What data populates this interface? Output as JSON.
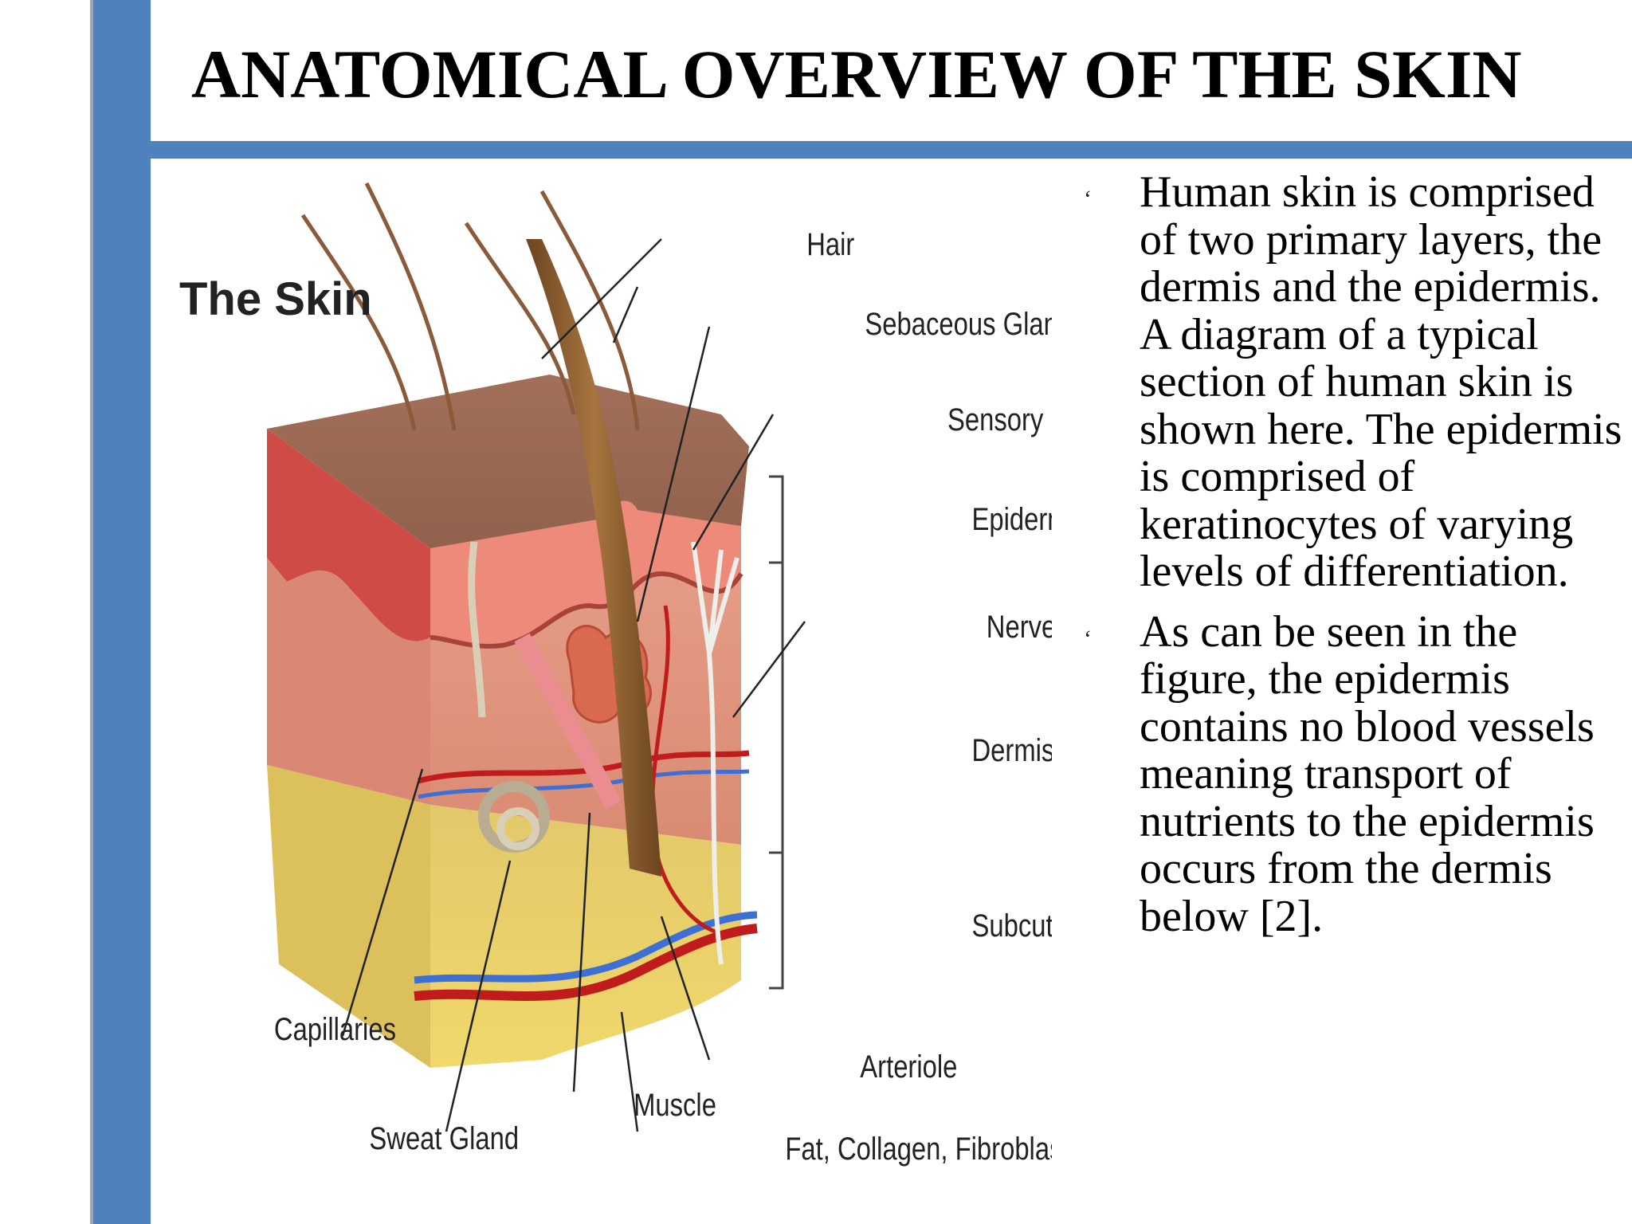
{
  "slide": {
    "title": "ANATOMICAL OVERVIEW OF THE SKIN",
    "accent_color": "#4f81bd"
  },
  "figure": {
    "title": "The Skin",
    "labels": {
      "hair": "Hair",
      "sebaceous_gland": "Sebaceous Gland",
      "sensory_nerve_ending": "Sensory Nerve Ending",
      "epidermis": "Epidermis",
      "nerve": "Nerve",
      "dermis": "Dermis",
      "subcutaneous_tissue": "Subcutaneous Tissue",
      "capillaries": "Capillaries",
      "sweat_gland": "Sweat Gland",
      "muscle": "Muscle",
      "arteriole": "Arteriole",
      "fat_collagen_fibroblasts": "Fat, Collagen, Fibroblasts"
    }
  },
  "bullets": {
    "marker": "ʻ",
    "items": [
      "Human skin is comprised of two primary layers, the dermis and the epidermis. A diagram of a typical section of human skin is shown here. The epidermis is comprised of keratinocytes of varying levels of differentiation.",
      "As can be seen in the figure, the epidermis contains no blood vessels meaning transport of nutrients to the epidermis occurs from the dermis below [2]."
    ]
  }
}
